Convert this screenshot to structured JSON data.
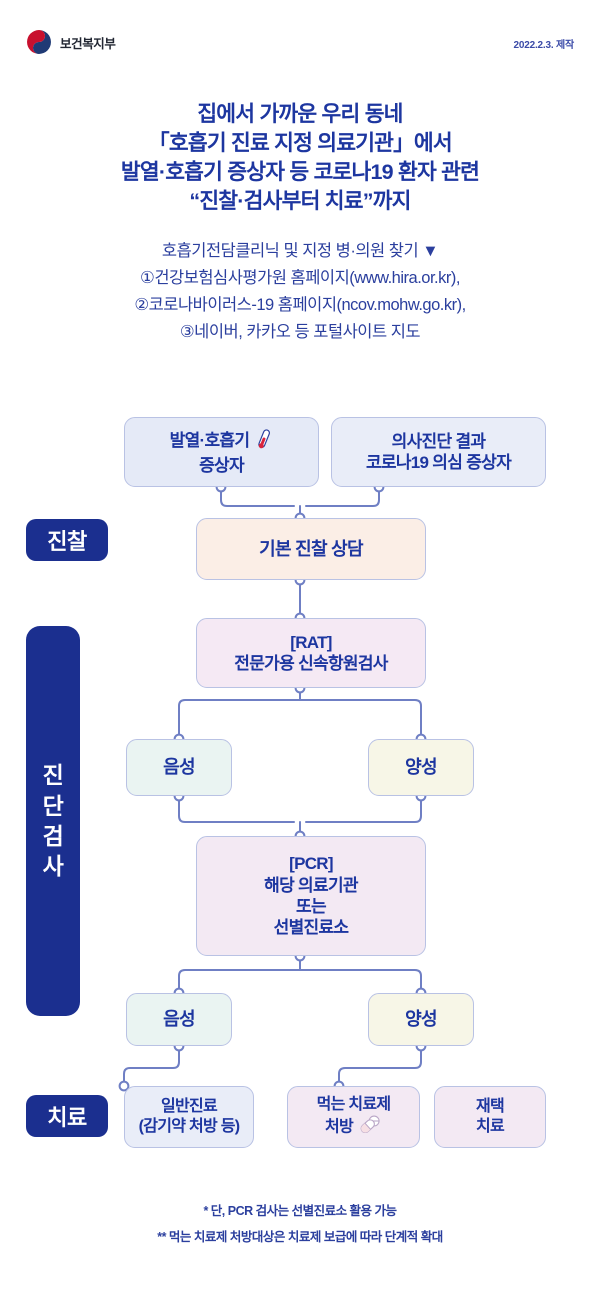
{
  "header": {
    "ministry": "보건복지부",
    "logo_icon": "taegeuk-icon",
    "date": "2022.2.3. 제작"
  },
  "title": {
    "line1": "집에서 가까운 우리 동네",
    "line2": "「호흡기 진료 지정 의료기관」에서",
    "line3": "발열·호흡기 증상자 등 코로나19 환자 관련",
    "line4": "“진찰·검사부터 치료”까지"
  },
  "subtitle": {
    "line1": "호흡기전담클리닉 및 지정 병·의원 찾기 ▼",
    "line2": "①건강보험심사평가원 홈페이지(www.hira.or.kr),",
    "line3": "②코로나바이러스-19 홈페이지(ncov.mohw.go.kr),",
    "line4": "③네이버, 카카오 등 포털사이트 지도"
  },
  "stages": {
    "exam": "진찰",
    "diagnosis_chars": [
      "진",
      "단",
      "검",
      "사"
    ],
    "treatment": "치료"
  },
  "flow": {
    "source_fever": {
      "line1": "발열·호흡기",
      "line2": "증상자",
      "icon": "thermometer-icon"
    },
    "source_doctor": {
      "line1": "의사진단 결과",
      "line2": "코로나19 의심 증상자"
    },
    "consult": {
      "line1": "기본 진찰 상담"
    },
    "rat": {
      "line1": "[RAT]",
      "line2": "전문가용 신속항원검사"
    },
    "rat_negative": {
      "line1": "음성"
    },
    "rat_positive": {
      "line1": "양성"
    },
    "pcr": {
      "line1": "[PCR]",
      "line2": "해당 의료기관",
      "line3": "또는",
      "line4": "선별진료소"
    },
    "pcr_negative": {
      "line1": "음성"
    },
    "pcr_positive": {
      "line1": "양성"
    },
    "general_care": {
      "line1": "일반진료",
      "line2": "(감기약 처방 등)"
    },
    "oral_drug": {
      "line1": "먹는 치료제",
      "line2": "처방",
      "icon": "pills-icon"
    },
    "home_care": {
      "line1": "재택",
      "line2": "치료"
    }
  },
  "footnotes": {
    "line1": "* 단, PCR 검사는 선별진료소 활용 가능",
    "line2": "** 먹는 치료제 처방대상은 치료제 보급에 따라 단계적 확대"
  },
  "colors": {
    "brand_navy": "#1b2f8f",
    "title_blue": "#1d36a0",
    "body_blue": "#2b3f9e",
    "wire": "#6f7fc4",
    "node_border": "#b9c2e4",
    "logo_red": "#c8102e",
    "logo_navy": "#1f3a75"
  }
}
